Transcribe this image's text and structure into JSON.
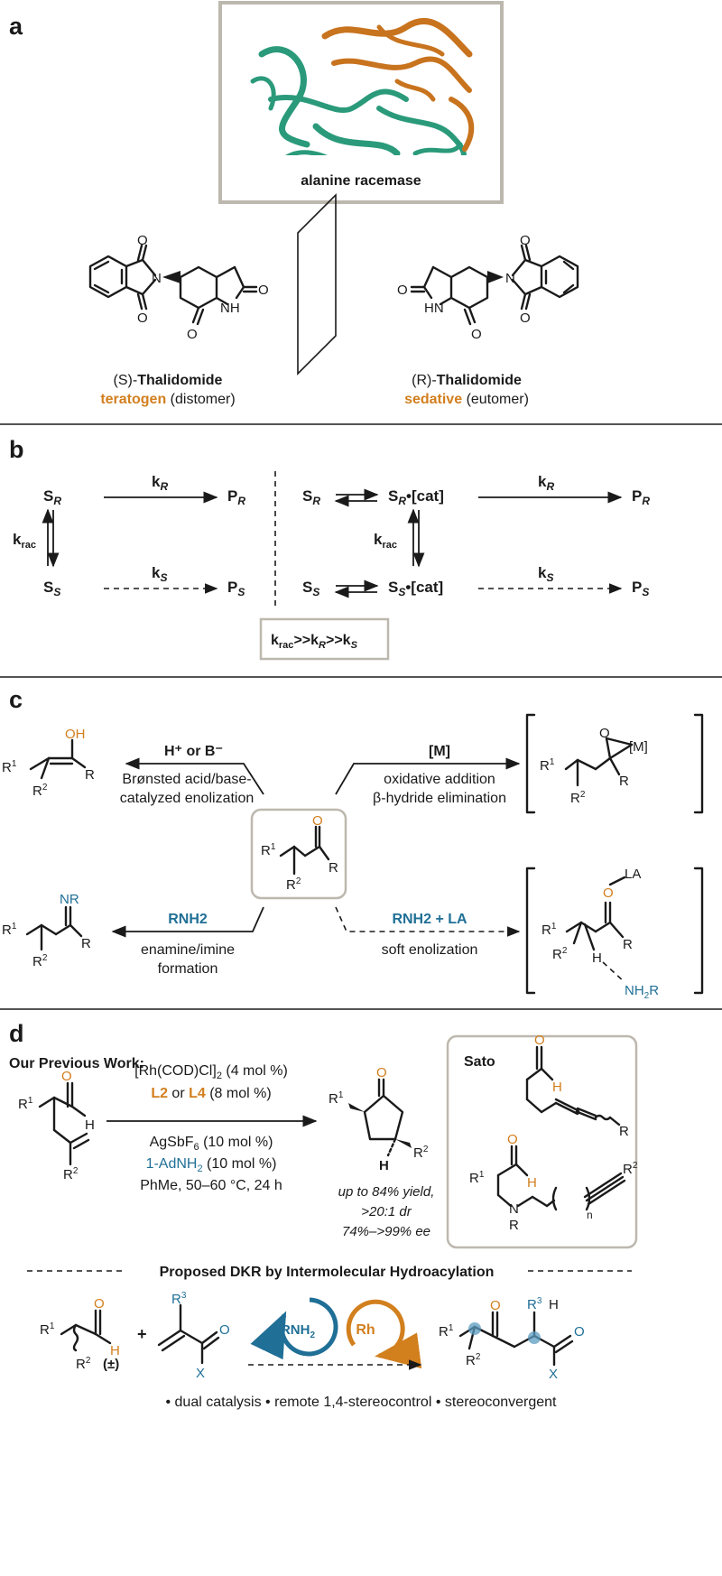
{
  "colors": {
    "orange": "#d27f1e",
    "blue": "#1f6f96",
    "teal": "#2a9a7a",
    "gray": "#bdb8ae"
  },
  "panel_a": {
    "label": "a",
    "protein_label": "alanine racemase",
    "s_prefix": "(S)-",
    "s_name": "Thalidomide",
    "s_role": "teratogen",
    "s_note": "(distomer)",
    "r_prefix": "(R)-",
    "r_name": "Thalidomide",
    "r_role": "sedative",
    "r_note": "(eutomer)",
    "atoms": {
      "o": "O",
      "n": "N",
      "nh": "NH",
      "hn": "HN"
    }
  },
  "panel_b": {
    "label": "b",
    "sr": "S",
    "ss": "S",
    "pr": "P",
    "ps": "P",
    "cat": "•[cat]",
    "sub_r": "R",
    "sub_s": "S",
    "k": "k",
    "krac_sub": "rac",
    "relation": "k_rac>>k_R>>k_S",
    "gg": ">>"
  },
  "panel_c": {
    "label": "c",
    "acid_label": "H⁺ or B⁻",
    "acid_desc_1": "Brønsted acid/base-",
    "acid_desc_2": "catalyzed enolization",
    "metal_label": "[M]",
    "metal_desc_1": "oxidative addition",
    "metal_desc_2": "β-hydride elimination",
    "amine_label": "RNH2",
    "amine_desc_1": "enamine/imine",
    "amine_desc_2": "formation",
    "soft_label": "RNH2 + LA",
    "soft_desc": "soft enolization",
    "atoms": {
      "oh": "OH",
      "o": "O",
      "r1": "R",
      "r2": "R",
      "r": "R",
      "m": "[M]",
      "nr": "NR",
      "la": "LA",
      "h": "H",
      "nh2r": "NH",
      "nh2r_tail": "R",
      "sup1": "1",
      "sup2": "2",
      "sub2": "2"
    }
  },
  "panel_d": {
    "label": "d",
    "prev_work": "Our Previous Work:",
    "cond1": "[Rh(COD)Cl]",
    "cond1_sub": "2",
    "cond1_tail": " (4 mol %)",
    "cond2_a": "L2",
    "cond2_or": " or ",
    "cond2_b": "L4",
    "cond2_tail": " (8 mol %)",
    "cond3": "AgSbF",
    "cond3_sub": "6",
    "cond3_tail": " (10 mol %)",
    "cond4": "1-AdNH",
    "cond4_sub": "2",
    "cond4_tail": " (10 mol %)",
    "cond5": "PhMe, 50–60 °C, 24 h",
    "yield1": "up to 84% yield,",
    "yield2": ">20:1 dr",
    "yield3": "74%–>99% ee",
    "sato": "Sato",
    "proposed": "Proposed DKR by Intermolecular Hydroacylation",
    "cat_rnh2": "RNH",
    "cat_rnh2_sub": "2",
    "cat_rh": "Rh",
    "racemic": "(±)",
    "plus": "+",
    "bullets": "• dual catalysis  • remote 1,4-stereocontrol • stereoconvergent",
    "atoms": {
      "o": "O",
      "h": "H",
      "r": "R",
      "r1": "R",
      "r2": "R",
      "r3": "R",
      "x": "X",
      "n": "N",
      "nsub": "n",
      "sup1": "1",
      "sup2": "2",
      "sup3": "3"
    }
  }
}
